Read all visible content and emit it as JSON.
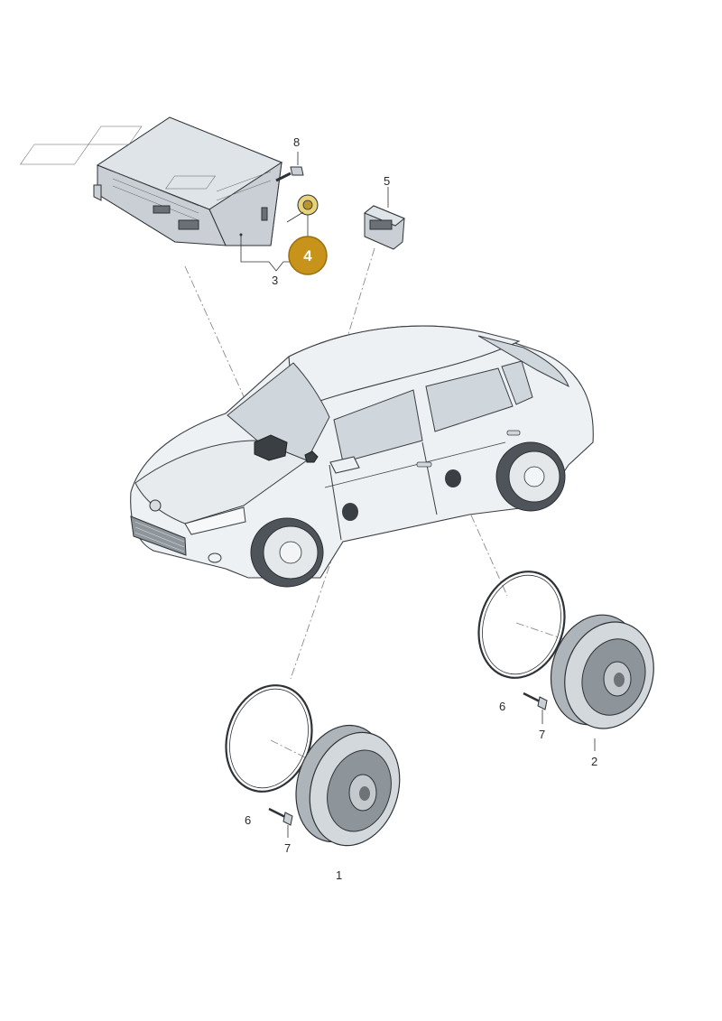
{
  "labels": {
    "l1": "1",
    "l2": "2",
    "l3": "3",
    "l5": "5",
    "l6a": "6",
    "l6b": "6",
    "l7a": "7",
    "l7b": "7",
    "l8": "8"
  },
  "callout": {
    "number": "4",
    "color": "#c8931a"
  }
}
